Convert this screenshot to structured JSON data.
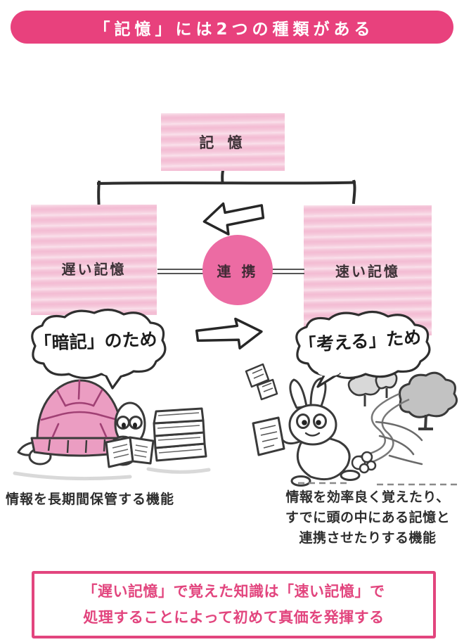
{
  "banner": {
    "title": "「記憶」には2つの種類がある"
  },
  "tree": {
    "root_label": "記 憶",
    "left_label": "遅い記憶",
    "right_label": "速い記憶",
    "link_label": "連 携"
  },
  "bubbles": {
    "left": "「暗記」のため",
    "right": "「考える」ため"
  },
  "captions": {
    "left": "情報を長期間保管する機能",
    "right_lines": [
      "情報を効率良く覚えたり、",
      "すでに頭の中にある記憶と",
      "連携させたりする機能"
    ]
  },
  "footer": {
    "lines": [
      "「遅い記憶」で覚えた知識は「速い記憶」で",
      "処理することによって初めて真価を発揮する"
    ]
  },
  "illustrations": {
    "left_arrow": "hand-drawn hollow arrow pointing left",
    "right_arrow": "hand-drawn hollow arrow pointing right",
    "turtle": "turtle with pink shell reading a book beside a stack of books",
    "rabbit": "rabbit running along a winding path with papers, trees and a dust puff"
  },
  "colors": {
    "banner_pink": "#e8417d",
    "panel_pink": "#f5c7da",
    "circle_pink": "#ec6ba3",
    "accent_pink": "#e2457e",
    "shell_pink": "#eb9dc2",
    "ink": "#333333"
  }
}
